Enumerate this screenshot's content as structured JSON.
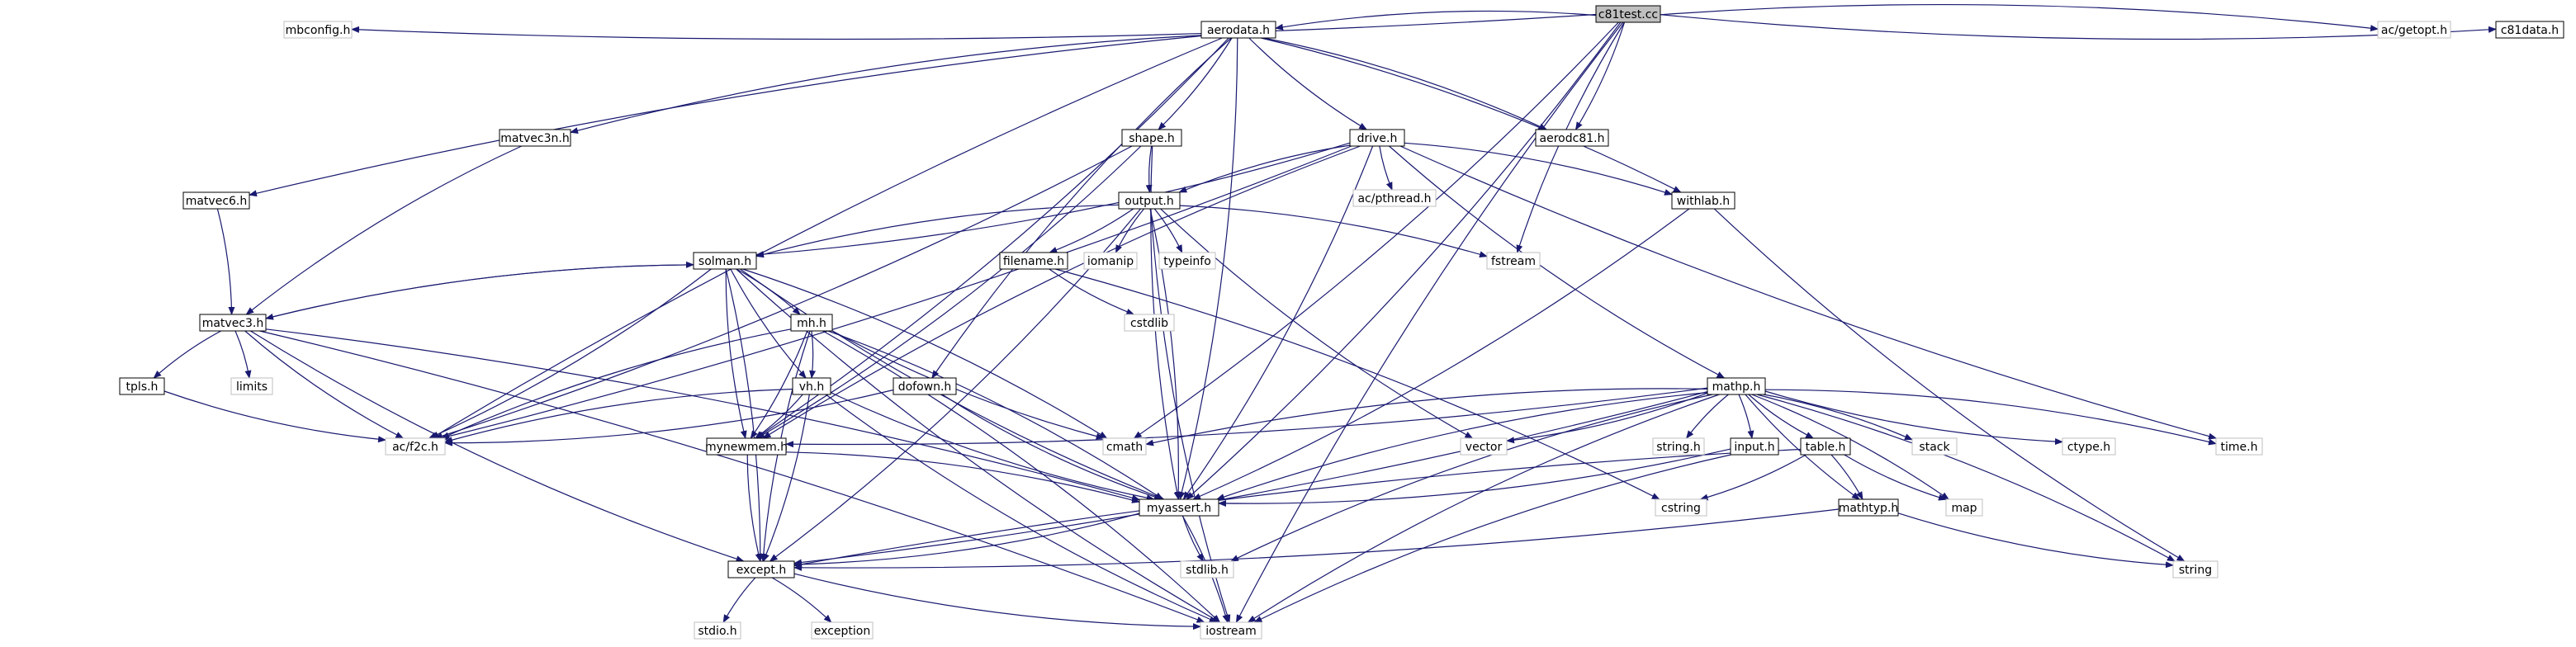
{
  "colors": {
    "edge": "#191970",
    "node_border": "#000000",
    "system_node_border": "#bfbfbf",
    "root_fill": "#bfbfbf",
    "background": "#ffffff"
  },
  "nodes": [
    {
      "id": "c81test_cc",
      "label": "c81test.cc",
      "kind": "root"
    },
    {
      "id": "mbconfig_h",
      "label": "mbconfig.h",
      "kind": "system"
    },
    {
      "id": "aerodata_h",
      "label": "aerodata.h",
      "kind": "file"
    },
    {
      "id": "ac_getopt_h",
      "label": "ac/getopt.h",
      "kind": "system"
    },
    {
      "id": "c81data_h",
      "label": "c81data.h",
      "kind": "file"
    },
    {
      "id": "matvec3n_h",
      "label": "matvec3n.h",
      "kind": "file"
    },
    {
      "id": "shape_h",
      "label": "shape.h",
      "kind": "file"
    },
    {
      "id": "drive_h",
      "label": "drive.h",
      "kind": "file"
    },
    {
      "id": "aerodc81_h",
      "label": "aerodc81.h",
      "kind": "file"
    },
    {
      "id": "matvec6_h",
      "label": "matvec6.h",
      "kind": "file"
    },
    {
      "id": "ac_pthread_h",
      "label": "ac/pthread.h",
      "kind": "system"
    },
    {
      "id": "withlab_h",
      "label": "withlab.h",
      "kind": "file"
    },
    {
      "id": "output_h",
      "label": "output.h",
      "kind": "file"
    },
    {
      "id": "fstream",
      "label": "fstream",
      "kind": "system"
    },
    {
      "id": "solman_h",
      "label": "solman.h",
      "kind": "file"
    },
    {
      "id": "filename_h",
      "label": "filename.h",
      "kind": "file"
    },
    {
      "id": "iomanip",
      "label": "iomanip",
      "kind": "system"
    },
    {
      "id": "typeinfo",
      "label": "typeinfo",
      "kind": "system"
    },
    {
      "id": "matvec3_h",
      "label": "matvec3.h",
      "kind": "file"
    },
    {
      "id": "cstdlib",
      "label": "cstdlib",
      "kind": "system"
    },
    {
      "id": "mh_h",
      "label": "mh.h",
      "kind": "file"
    },
    {
      "id": "tpls_h",
      "label": "tpls.h",
      "kind": "file"
    },
    {
      "id": "limits",
      "label": "limits",
      "kind": "system"
    },
    {
      "id": "vh_h",
      "label": "vh.h",
      "kind": "file"
    },
    {
      "id": "dofown_h",
      "label": "dofown.h",
      "kind": "file"
    },
    {
      "id": "mathp_h",
      "label": "mathp.h",
      "kind": "file"
    },
    {
      "id": "ac_f2c_h",
      "label": "ac/f2c.h",
      "kind": "system"
    },
    {
      "id": "mynewmem_h",
      "label": "mynewmem.h",
      "kind": "file"
    },
    {
      "id": "cmath",
      "label": "cmath",
      "kind": "system"
    },
    {
      "id": "vector",
      "label": "vector",
      "kind": "system"
    },
    {
      "id": "string_h",
      "label": "string.h",
      "kind": "system"
    },
    {
      "id": "input_h",
      "label": "input.h",
      "kind": "file"
    },
    {
      "id": "table_h",
      "label": "table.h",
      "kind": "file"
    },
    {
      "id": "stack",
      "label": "stack",
      "kind": "system"
    },
    {
      "id": "ctype_h",
      "label": "ctype.h",
      "kind": "system"
    },
    {
      "id": "time_h",
      "label": "time.h",
      "kind": "system"
    },
    {
      "id": "myassert_h",
      "label": "myassert.h",
      "kind": "file"
    },
    {
      "id": "cstring",
      "label": "cstring",
      "kind": "system"
    },
    {
      "id": "map",
      "label": "map",
      "kind": "system"
    },
    {
      "id": "mathtyp_h",
      "label": "mathtyp.h",
      "kind": "file"
    },
    {
      "id": "except_h",
      "label": "except.h",
      "kind": "file"
    },
    {
      "id": "stdlib_h",
      "label": "stdlib.h",
      "kind": "system"
    },
    {
      "id": "string",
      "label": "string",
      "kind": "system"
    },
    {
      "id": "stdio_h",
      "label": "stdio.h",
      "kind": "system"
    },
    {
      "id": "exception",
      "label": "exception",
      "kind": "system"
    },
    {
      "id": "iostream",
      "label": "iostream",
      "kind": "system"
    }
  ],
  "edges": [
    [
      "c81test_cc",
      "mbconfig_h"
    ],
    [
      "c81test_cc",
      "aerodata_h"
    ],
    [
      "c81test_cc",
      "ac_getopt_h"
    ],
    [
      "c81test_cc",
      "c81data_h"
    ],
    [
      "c81test_cc",
      "aerodc81_h"
    ],
    [
      "c81test_cc",
      "fstream"
    ],
    [
      "c81test_cc",
      "myassert_h"
    ],
    [
      "c81test_cc",
      "iostream"
    ],
    [
      "c81test_cc",
      "cmath"
    ],
    [
      "aerodata_h",
      "matvec3n_h"
    ],
    [
      "aerodata_h",
      "shape_h"
    ],
    [
      "aerodata_h",
      "drive_h"
    ],
    [
      "aerodata_h",
      "aerodc81_h"
    ],
    [
      "aerodata_h",
      "matvec6_h"
    ],
    [
      "aerodata_h",
      "withlab_h"
    ],
    [
      "aerodata_h",
      "dofown_h"
    ],
    [
      "aerodata_h",
      "myassert_h"
    ],
    [
      "aerodata_h",
      "ac_f2c_h"
    ],
    [
      "aerodata_h",
      "mynewmem_h"
    ],
    [
      "matvec3n_h",
      "matvec3_h"
    ],
    [
      "matvec6_h",
      "matvec3_h"
    ],
    [
      "shape_h",
      "output_h"
    ],
    [
      "shape_h",
      "ac_f2c_h"
    ],
    [
      "shape_h",
      "myassert_h"
    ],
    [
      "shape_h",
      "mynewmem_h"
    ],
    [
      "drive_h",
      "ac_pthread_h"
    ],
    [
      "drive_h",
      "withlab_h"
    ],
    [
      "drive_h",
      "output_h"
    ],
    [
      "drive_h",
      "solman_h"
    ],
    [
      "drive_h",
      "mathp_h"
    ],
    [
      "drive_h",
      "ac_f2c_h"
    ],
    [
      "drive_h",
      "mynewmem_h"
    ],
    [
      "drive_h",
      "myassert_h"
    ],
    [
      "drive_h",
      "time_h"
    ],
    [
      "withlab_h",
      "myassert_h"
    ],
    [
      "withlab_h",
      "string"
    ],
    [
      "output_h",
      "fstream"
    ],
    [
      "output_h",
      "solman_h"
    ],
    [
      "output_h",
      "filename_h"
    ],
    [
      "output_h",
      "iomanip"
    ],
    [
      "output_h",
      "typeinfo"
    ],
    [
      "output_h",
      "vector"
    ],
    [
      "output_h",
      "myassert_h"
    ],
    [
      "output_h",
      "iostream"
    ],
    [
      "output_h",
      "except_h"
    ],
    [
      "filename_h",
      "cstdlib"
    ],
    [
      "filename_h",
      "cstring"
    ],
    [
      "solman_h",
      "matvec3_h"
    ],
    [
      "solman_h",
      "mh_h"
    ],
    [
      "solman_h",
      "vh_h"
    ],
    [
      "solman_h",
      "ac_f2c_h"
    ],
    [
      "solman_h",
      "mynewmem_h"
    ],
    [
      "solman_h",
      "cmath"
    ],
    [
      "solman_h",
      "myassert_h"
    ],
    [
      "solman_h",
      "except_h"
    ],
    [
      "solman_h",
      "iostream"
    ],
    [
      "matvec3_h",
      "solman_h"
    ],
    [
      "matvec3_h",
      "tpls_h"
    ],
    [
      "matvec3_h",
      "limits"
    ],
    [
      "matvec3_h",
      "ac_f2c_h"
    ],
    [
      "matvec3_h",
      "myassert_h"
    ],
    [
      "matvec3_h",
      "except_h"
    ],
    [
      "matvec3_h",
      "iostream"
    ],
    [
      "tpls_h",
      "ac_f2c_h"
    ],
    [
      "mh_h",
      "vh_h"
    ],
    [
      "mh_h",
      "ac_f2c_h"
    ],
    [
      "mh_h",
      "mynewmem_h"
    ],
    [
      "mh_h",
      "cmath"
    ],
    [
      "mh_h",
      "myassert_h"
    ],
    [
      "mh_h",
      "except_h"
    ],
    [
      "mh_h",
      "iostream"
    ],
    [
      "vh_h",
      "ac_f2c_h"
    ],
    [
      "vh_h",
      "mynewmem_h"
    ],
    [
      "vh_h",
      "myassert_h"
    ],
    [
      "vh_h",
      "except_h"
    ],
    [
      "vh_h",
      "iostream"
    ],
    [
      "dofown_h",
      "ac_f2c_h"
    ],
    [
      "dofown_h",
      "myassert_h"
    ],
    [
      "mathp_h",
      "mynewmem_h"
    ],
    [
      "mathp_h",
      "cmath"
    ],
    [
      "mathp_h",
      "vector"
    ],
    [
      "mathp_h",
      "string_h"
    ],
    [
      "mathp_h",
      "input_h"
    ],
    [
      "mathp_h",
      "table_h"
    ],
    [
      "mathp_h",
      "stack"
    ],
    [
      "mathp_h",
      "ctype_h"
    ],
    [
      "mathp_h",
      "time_h"
    ],
    [
      "mathp_h",
      "myassert_h"
    ],
    [
      "mathp_h",
      "map"
    ],
    [
      "mathp_h",
      "mathtyp_h"
    ],
    [
      "mathp_h",
      "except_h"
    ],
    [
      "mathp_h",
      "stdlib_h"
    ],
    [
      "mathp_h",
      "string"
    ],
    [
      "mathp_h",
      "iostream"
    ],
    [
      "mynewmem_h",
      "myassert_h"
    ],
    [
      "mynewmem_h",
      "except_h"
    ],
    [
      "input_h",
      "myassert_h"
    ],
    [
      "input_h",
      "iostream"
    ],
    [
      "table_h",
      "cstring"
    ],
    [
      "table_h",
      "map"
    ],
    [
      "table_h",
      "mathtyp_h"
    ],
    [
      "table_h",
      "except_h"
    ],
    [
      "mathtyp_h",
      "except_h"
    ],
    [
      "mathtyp_h",
      "string"
    ],
    [
      "myassert_h",
      "except_h"
    ],
    [
      "myassert_h",
      "stdlib_h"
    ],
    [
      "myassert_h",
      "iostream"
    ],
    [
      "except_h",
      "stdio_h"
    ],
    [
      "except_h",
      "exception"
    ],
    [
      "except_h",
      "iostream"
    ]
  ]
}
